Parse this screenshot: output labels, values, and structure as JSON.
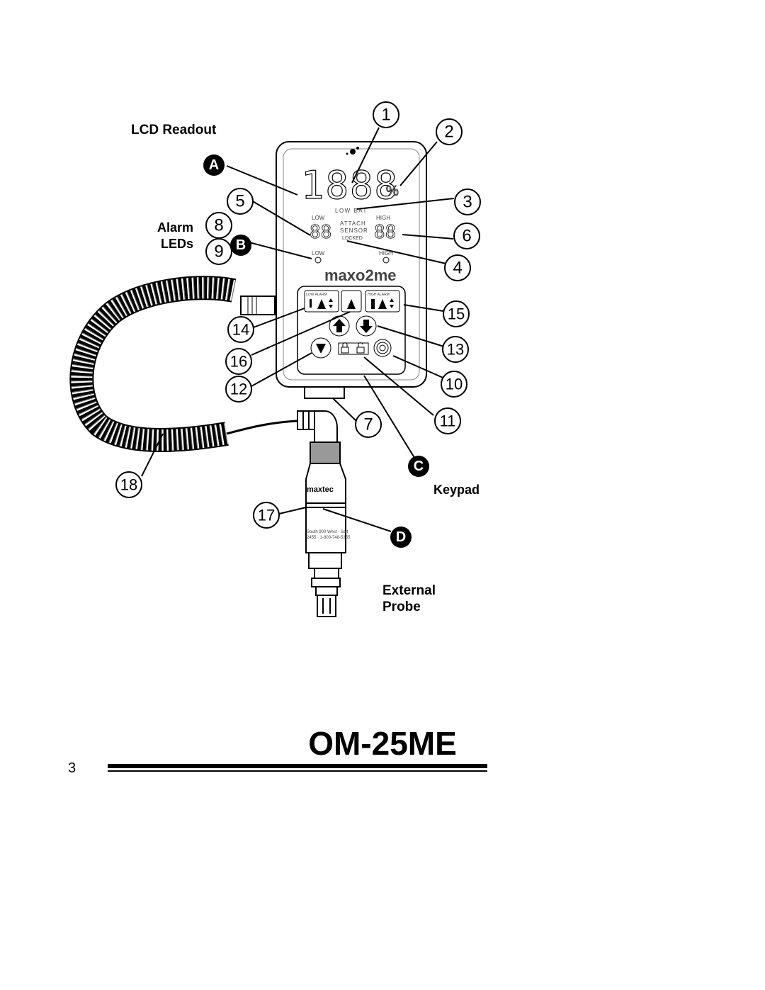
{
  "labels": {
    "lcd_readout": "LCD Readout",
    "alarm": "Alarm",
    "leds": "LEDs",
    "keypad": "Keypad",
    "external": "External",
    "probe": "Probe"
  },
  "callouts": {
    "n1": "1",
    "n2": "2",
    "n3": "3",
    "n4": "4",
    "n5": "5",
    "n6": "6",
    "n7": "7",
    "n8": "8",
    "n9": "9",
    "n10": "10",
    "n11": "11",
    "n12": "12",
    "n13": "13",
    "n14": "14",
    "n15": "15",
    "n16": "16",
    "n17": "17",
    "n18": "18",
    "A": "A",
    "B": "B",
    "C": "C",
    "D": "D"
  },
  "device": {
    "lcd_digits": "1888",
    "percent": "%",
    "low_bat": "LOW BAT",
    "low": "LOW",
    "high": "HIGH",
    "alarm_low_digits": "88",
    "alarm_high_digits": "88",
    "attach": "ATTACH",
    "sensor": "SENSOR",
    "locked": "LOCKED",
    "led_low": "LOW",
    "led_high": "HIGH",
    "brand": "maxo2me",
    "low_alarm": "LOW ALARM",
    "high_alarm": "HIGH ALARM"
  },
  "probe": {
    "brand": "maxtec",
    "line1": "South 900 West · Salt",
    "line2": "2455 · 1-800-748-5355"
  },
  "footer": {
    "model": "OM-25ME",
    "page_number": "3"
  }
}
